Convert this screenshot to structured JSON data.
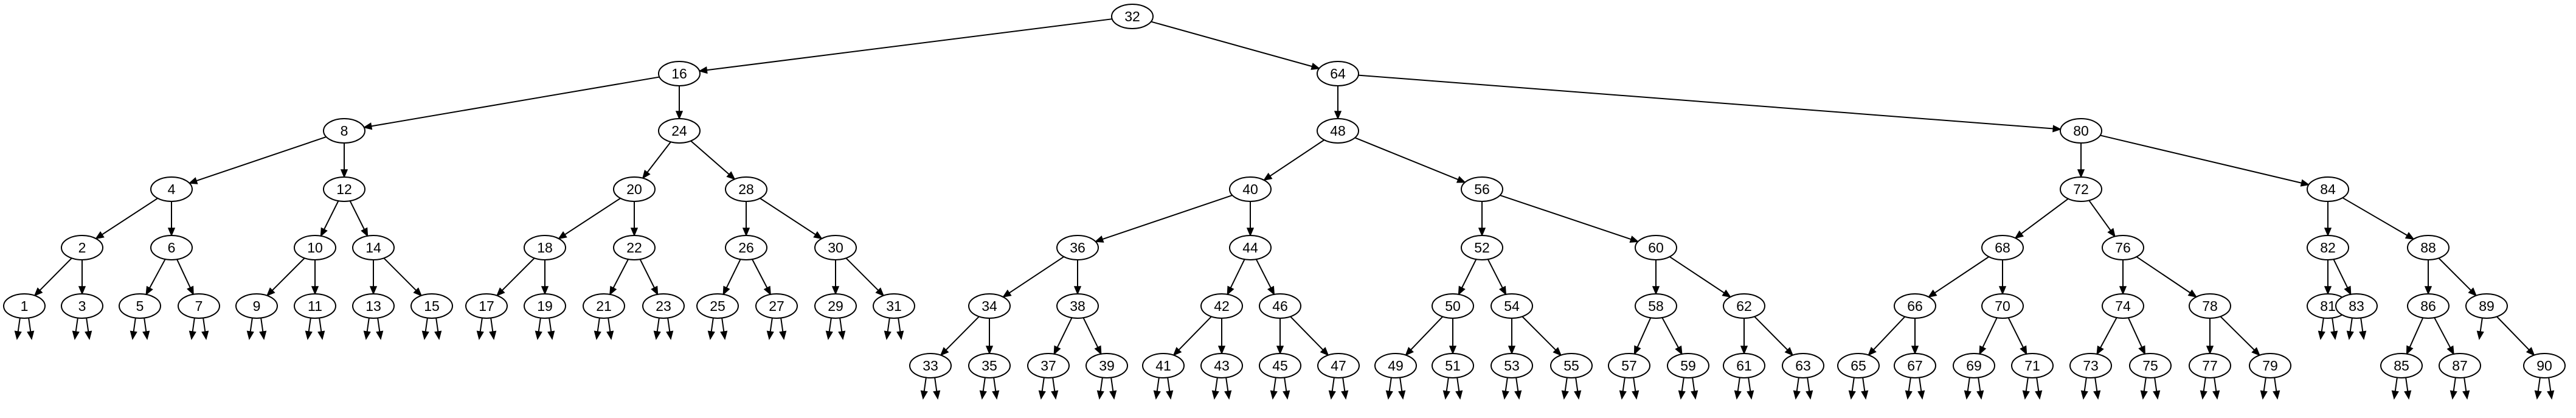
{
  "diagram": {
    "type": "binary-tree",
    "nodes": [
      "32",
      "16",
      "64",
      "8",
      "24",
      "48",
      "80",
      "4",
      "12",
      "20",
      "28",
      "40",
      "56",
      "72",
      "84",
      "2",
      "6",
      "10",
      "14",
      "18",
      "22",
      "26",
      "30",
      "36",
      "44",
      "52",
      "60",
      "68",
      "76",
      "82",
      "88",
      "1",
      "3",
      "5",
      "7",
      "9",
      "11",
      "13",
      "15",
      "17",
      "19",
      "21",
      "23",
      "25",
      "27",
      "29",
      "31",
      "34",
      "38",
      "42",
      "46",
      "50",
      "54",
      "58",
      "62",
      "66",
      "70",
      "74",
      "78",
      "81",
      "83",
      "86",
      "89",
      "33",
      "35",
      "37",
      "39",
      "41",
      "43",
      "45",
      "47",
      "49",
      "51",
      "53",
      "55",
      "57",
      "59",
      "61",
      "63",
      "65",
      "67",
      "69",
      "71",
      "73",
      "75",
      "77",
      "79",
      "85",
      "87",
      "90"
    ],
    "edges": [
      [
        "32",
        "16"
      ],
      [
        "32",
        "64"
      ],
      [
        "16",
        "8"
      ],
      [
        "16",
        "24"
      ],
      [
        "64",
        "48"
      ],
      [
        "64",
        "80"
      ],
      [
        "8",
        "4"
      ],
      [
        "8",
        "12"
      ],
      [
        "24",
        "20"
      ],
      [
        "24",
        "28"
      ],
      [
        "48",
        "40"
      ],
      [
        "48",
        "56"
      ],
      [
        "80",
        "72"
      ],
      [
        "80",
        "84"
      ],
      [
        "4",
        "2"
      ],
      [
        "4",
        "6"
      ],
      [
        "12",
        "10"
      ],
      [
        "12",
        "14"
      ],
      [
        "20",
        "18"
      ],
      [
        "20",
        "22"
      ],
      [
        "28",
        "26"
      ],
      [
        "28",
        "30"
      ],
      [
        "40",
        "36"
      ],
      [
        "40",
        "44"
      ],
      [
        "56",
        "52"
      ],
      [
        "56",
        "60"
      ],
      [
        "72",
        "68"
      ],
      [
        "72",
        "76"
      ],
      [
        "84",
        "82"
      ],
      [
        "84",
        "88"
      ],
      [
        "2",
        "1"
      ],
      [
        "2",
        "3"
      ],
      [
        "6",
        "5"
      ],
      [
        "6",
        "7"
      ],
      [
        "10",
        "9"
      ],
      [
        "10",
        "11"
      ],
      [
        "14",
        "13"
      ],
      [
        "14",
        "15"
      ],
      [
        "18",
        "17"
      ],
      [
        "18",
        "19"
      ],
      [
        "22",
        "21"
      ],
      [
        "22",
        "23"
      ],
      [
        "26",
        "25"
      ],
      [
        "26",
        "27"
      ],
      [
        "30",
        "29"
      ],
      [
        "30",
        "31"
      ],
      [
        "36",
        "34"
      ],
      [
        "36",
        "38"
      ],
      [
        "44",
        "42"
      ],
      [
        "44",
        "46"
      ],
      [
        "52",
        "50"
      ],
      [
        "52",
        "54"
      ],
      [
        "60",
        "58"
      ],
      [
        "60",
        "62"
      ],
      [
        "68",
        "66"
      ],
      [
        "68",
        "70"
      ],
      [
        "76",
        "74"
      ],
      [
        "76",
        "78"
      ],
      [
        "82",
        "81"
      ],
      [
        "82",
        "83"
      ],
      [
        "88",
        "86"
      ],
      [
        "88",
        "89"
      ],
      [
        "34",
        "33"
      ],
      [
        "34",
        "35"
      ],
      [
        "38",
        "37"
      ],
      [
        "38",
        "39"
      ],
      [
        "42",
        "41"
      ],
      [
        "42",
        "43"
      ],
      [
        "46",
        "45"
      ],
      [
        "46",
        "47"
      ],
      [
        "50",
        "49"
      ],
      [
        "50",
        "51"
      ],
      [
        "54",
        "53"
      ],
      [
        "54",
        "55"
      ],
      [
        "58",
        "57"
      ],
      [
        "58",
        "59"
      ],
      [
        "62",
        "61"
      ],
      [
        "62",
        "63"
      ],
      [
        "66",
        "65"
      ],
      [
        "66",
        "67"
      ],
      [
        "70",
        "69"
      ],
      [
        "70",
        "71"
      ],
      [
        "74",
        "73"
      ],
      [
        "74",
        "75"
      ],
      [
        "78",
        "77"
      ],
      [
        "78",
        "79"
      ],
      [
        "86",
        "85"
      ],
      [
        "86",
        "87"
      ],
      [
        "89",
        "90"
      ]
    ],
    "null_children": {
      "1": 2,
      "3": 2,
      "5": 2,
      "7": 2,
      "9": 2,
      "11": 2,
      "13": 2,
      "15": 2,
      "17": 2,
      "19": 2,
      "21": 2,
      "23": 2,
      "25": 2,
      "27": 2,
      "29": 2,
      "31": 2,
      "33": 2,
      "35": 2,
      "37": 2,
      "39": 2,
      "41": 2,
      "43": 2,
      "45": 2,
      "47": 2,
      "49": 2,
      "51": 2,
      "53": 2,
      "55": 2,
      "57": 2,
      "59": 2,
      "61": 2,
      "63": 2,
      "65": 2,
      "67": 2,
      "69": 2,
      "71": 2,
      "73": 2,
      "75": 2,
      "77": 2,
      "79": 2,
      "81": 2,
      "83": 2,
      "85": 2,
      "87": 2,
      "89": 1,
      "90": 2
    },
    "colors": {
      "stroke": "#000000",
      "fill": "#ffffff",
      "text": "#000000",
      "background": "#ffffff"
    }
  }
}
